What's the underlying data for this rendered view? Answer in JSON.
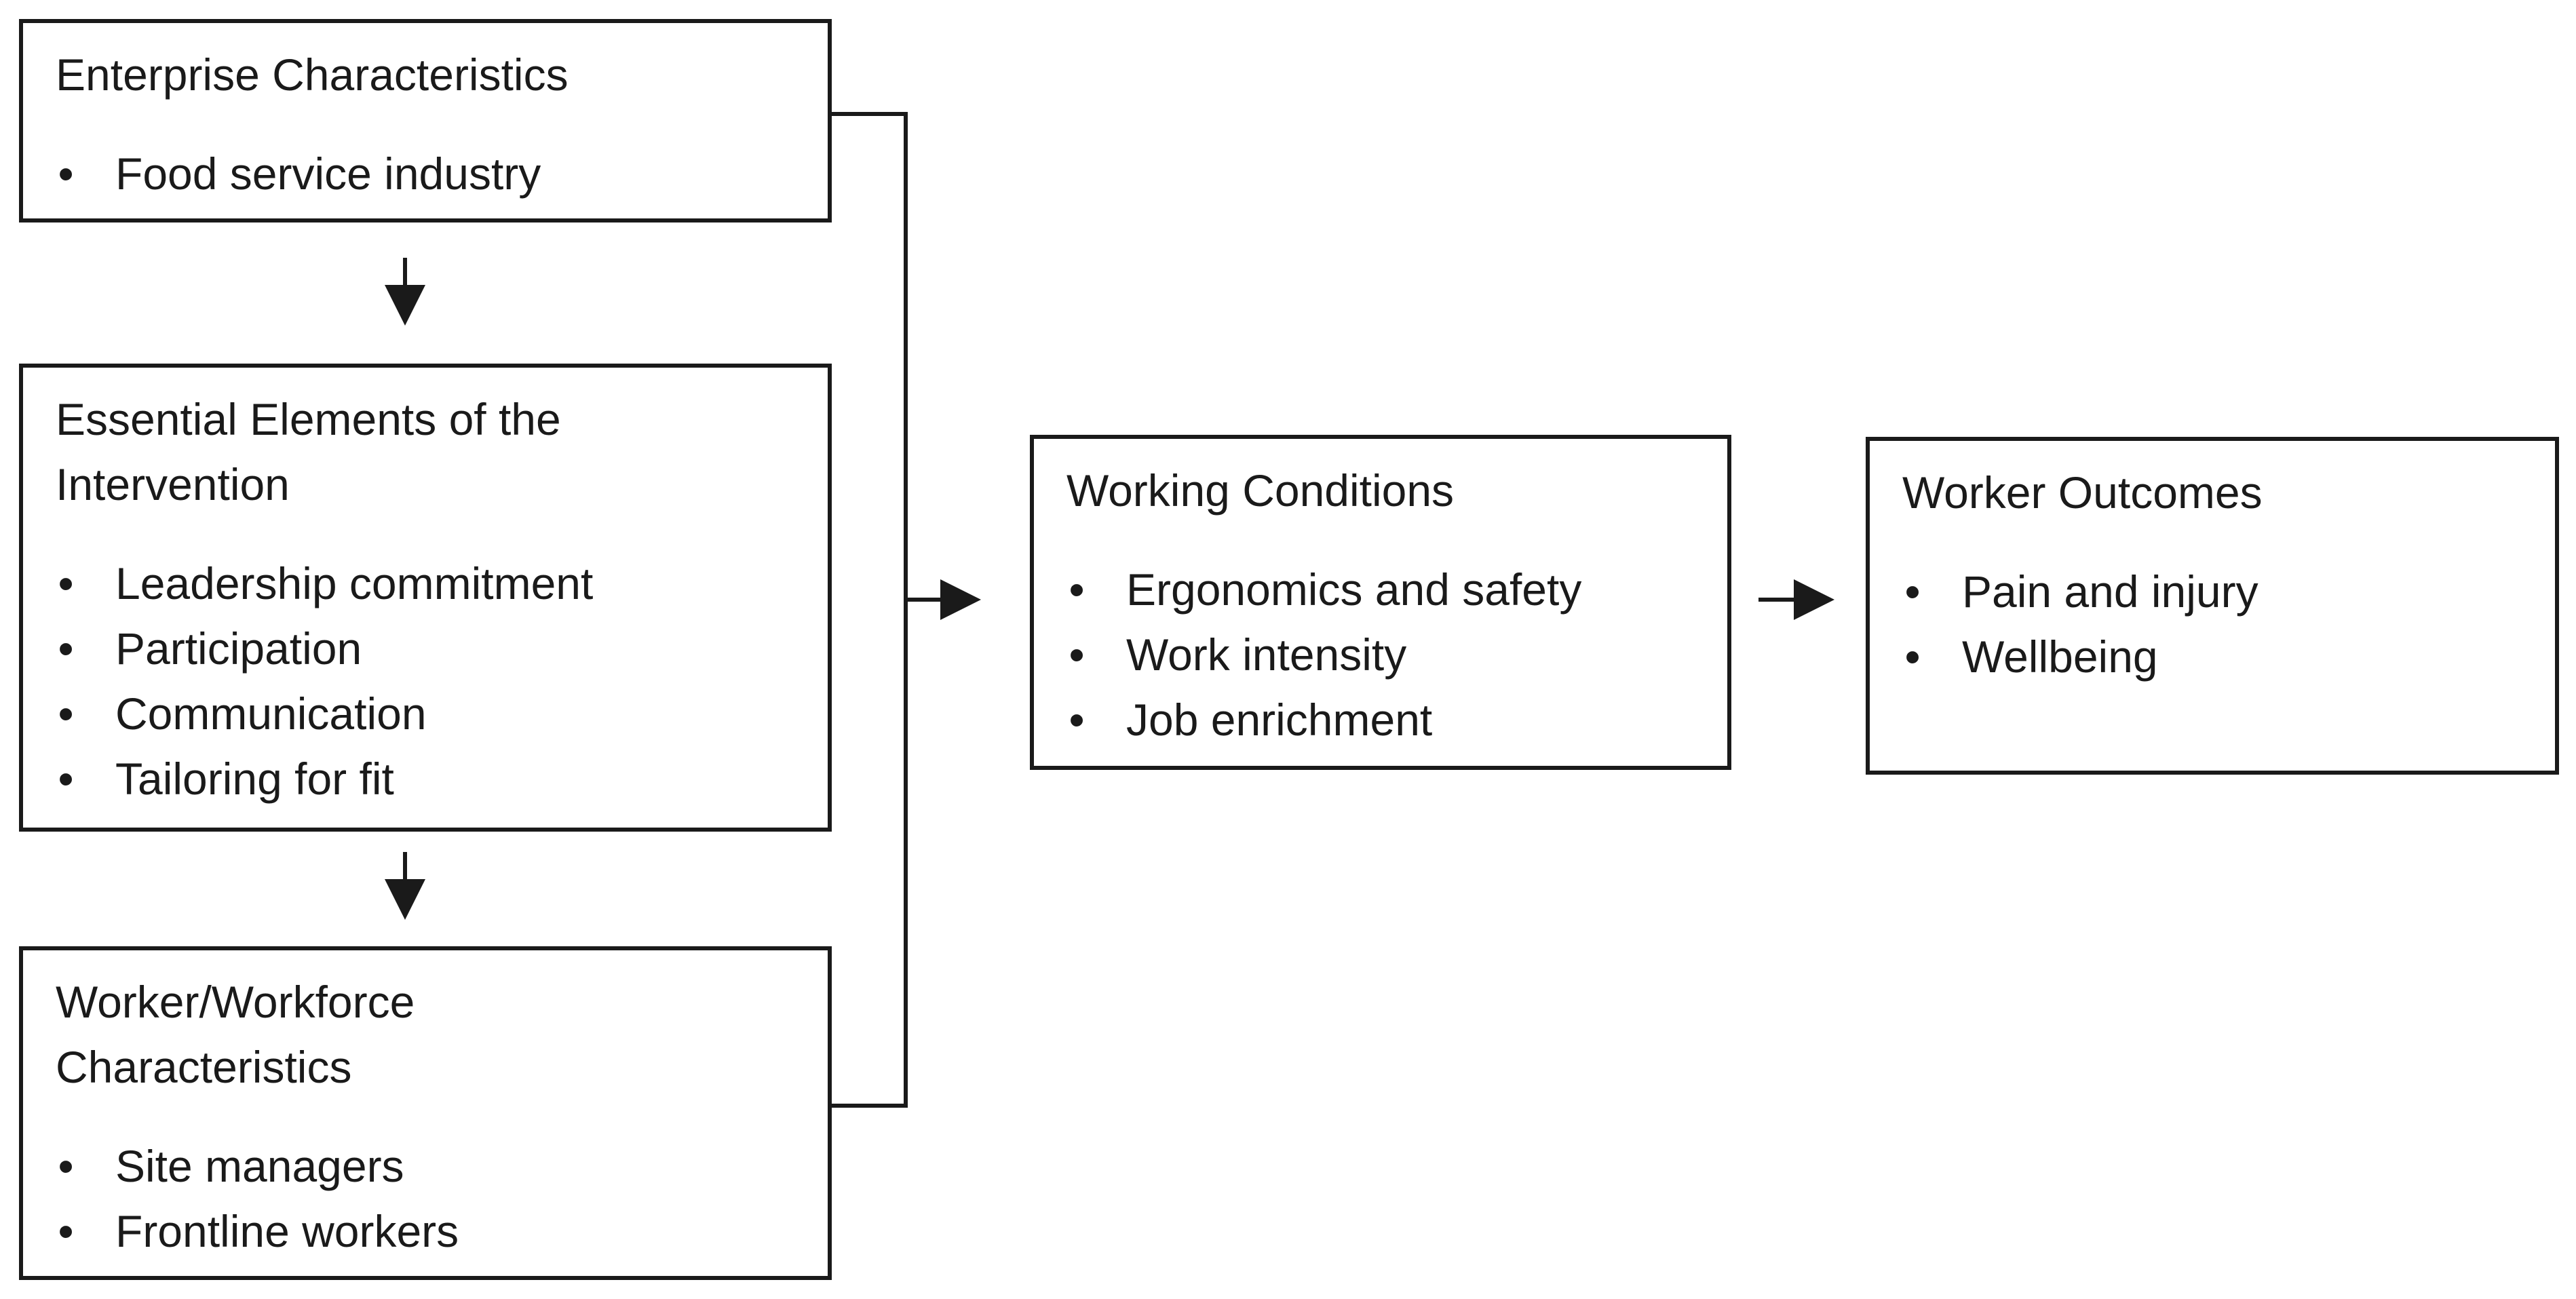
{
  "diagram": {
    "boxes": {
      "enterprise": {
        "title": "Enterprise Characteristics",
        "items": [
          "Food service industry"
        ]
      },
      "essential_elements": {
        "title_line1": "Essential Elements of the",
        "title_line2": "Intervention",
        "items": [
          "Leadership commitment",
          "Participation",
          "Communication",
          "Tailoring for fit"
        ]
      },
      "workforce": {
        "title_line1": "Worker/Workforce",
        "title_line2": "Characteristics",
        "items": [
          "Site managers",
          "Frontline workers"
        ]
      },
      "working_conditions": {
        "title": "Working Conditions",
        "items": [
          "Ergonomics and safety",
          "Work intensity",
          "Job enrichment"
        ]
      },
      "worker_outcomes": {
        "title": "Worker Outcomes",
        "items": [
          "Pain and injury",
          "Wellbeing"
        ]
      }
    },
    "bullet_symbol": "•",
    "colors": {
      "stroke": "#1a1a1a",
      "background": "#ffffff"
    }
  }
}
